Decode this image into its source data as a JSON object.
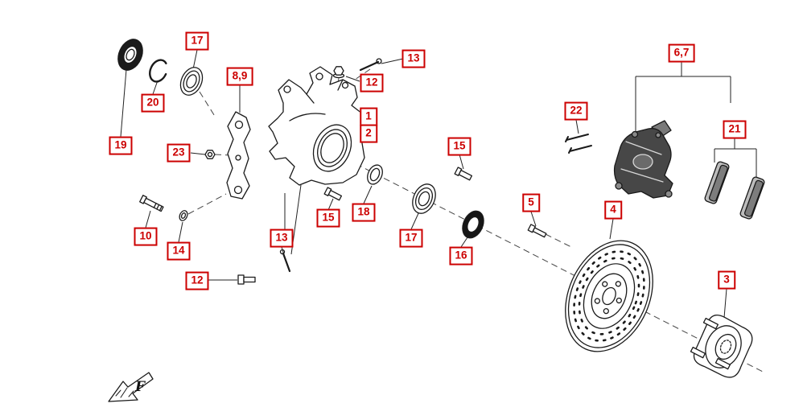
{
  "diagram": {
    "accent_color": "#cc0000",
    "line_color": "#1a1a1a",
    "direction_label": "F",
    "callouts": [
      {
        "text": "1"
      },
      {
        "text": "2"
      },
      {
        "text": "3"
      },
      {
        "text": "4"
      },
      {
        "text": "5"
      },
      {
        "text": "6,7"
      },
      {
        "text": "8,9"
      },
      {
        "text": "10"
      },
      {
        "text": "12"
      },
      {
        "text": "12"
      },
      {
        "text": "13"
      },
      {
        "text": "13"
      },
      {
        "text": "14"
      },
      {
        "text": "15"
      },
      {
        "text": "15"
      },
      {
        "text": "16"
      },
      {
        "text": "17"
      },
      {
        "text": "17"
      },
      {
        "text": "18"
      },
      {
        "text": "19"
      },
      {
        "text": "20"
      },
      {
        "text": "21"
      },
      {
        "text": "22"
      },
      {
        "text": "23"
      }
    ]
  }
}
